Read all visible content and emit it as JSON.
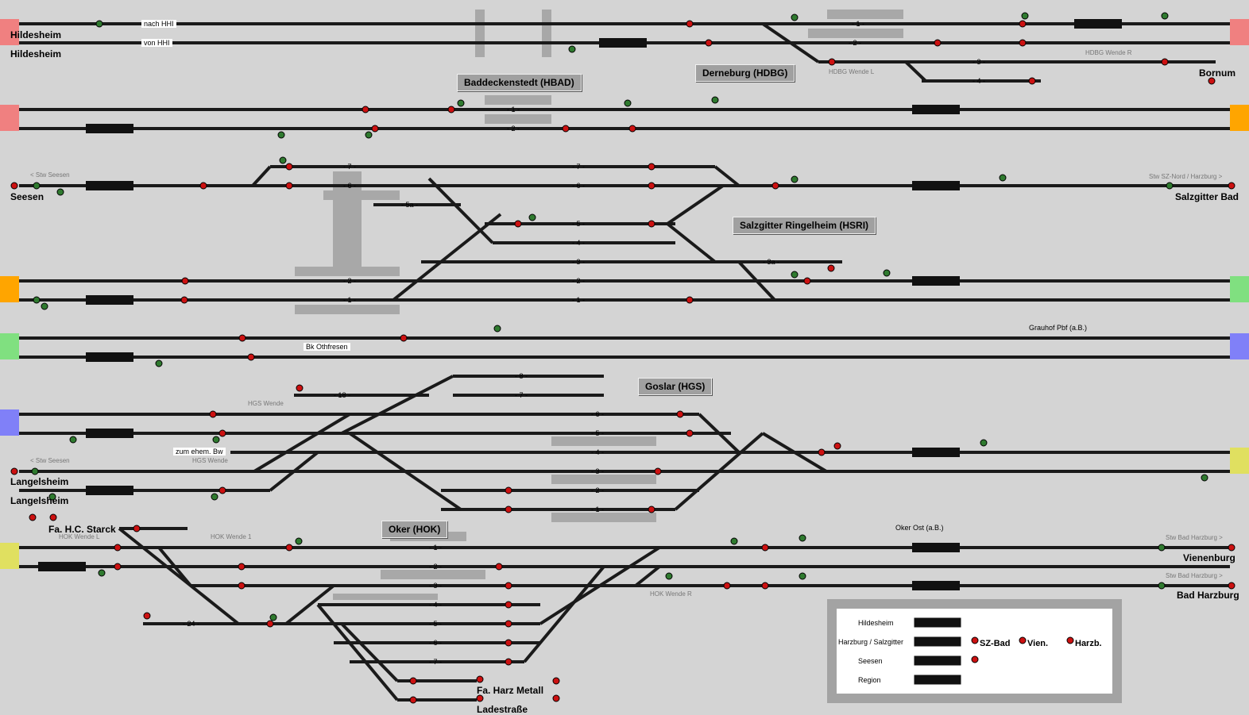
{
  "stations": {
    "hildesheim_1": "Hildesheim",
    "hildesheim_2": "Hildesheim",
    "bornum": "Bornum",
    "seesen": "Seesen",
    "salzgitter_bad": "Salzgitter Bad",
    "langelsheim_1": "Langelsheim",
    "langelsheim_2": "Langelsheim",
    "fa_hc_starck": "Fa. H.C. Starck",
    "vienenburg": "Vienenburg",
    "bad_harzburg": "Bad Harzburg",
    "fa_harz_metall": "Fa. Harz Metall",
    "ladestrasse": "Ladestraße"
  },
  "interlockings": {
    "hbad": "Baddeckenstedt (HBAD)",
    "hdbg": "Derneburg (HDBG)",
    "hsri": "Salzgitter Ringelheim (HSRI)",
    "hgs": "Goslar (HGS)",
    "hok": "Oker (HOK)"
  },
  "notes": {
    "nach_hhi": "nach HHI",
    "von_hhi": "von HHI",
    "bk_othfresen": "Bk Othfresen",
    "zum_ehem_bw": "zum ehem. Bw",
    "grauhof": "Grauhof Pbf (a.B.)",
    "oker_ost": "Oker Ost (a.B.)"
  },
  "small_labels": {
    "stw_seesen_1": "< Stw Seesen",
    "stw_seesen_2": "< Stw Seesen",
    "stw_sz_nord": "Stw SZ-Nord / Harzburg >",
    "stw_bad_harzburg_1": "Stw Bad Harzburg >",
    "stw_bad_harzburg_2": "Stw Bad Harzburg >",
    "hdbg_wende_l": "HDBG Wende L",
    "hdbg_wende_r": "HDBG Wende R",
    "hgs_wende_1": "HGS Wende",
    "hgs_wende_2": "HGS Wende",
    "hok_wende_l": "HOK Wende L",
    "hok_wende_1": "HOK Wende 1",
    "hok_wende_r": "HOK Wende R"
  },
  "legend": {
    "items": [
      "Hildesheim",
      "Harzburg / Salzgitter",
      "Seesen",
      "Region"
    ],
    "signals": [
      "SZ-Bad",
      "Vien.",
      "Harzb."
    ]
  },
  "colors": {
    "background": "#d4d4d4",
    "track": "#1a1a1a",
    "signal_red": "#cc1111",
    "signal_green": "#2f7a2f",
    "block": "#111111",
    "edge_red": "#f08080",
    "edge_orange": "#ffa500",
    "edge_green": "#80e080",
    "edge_blue": "#8080f8",
    "edge_yellow": "#e0e060"
  }
}
